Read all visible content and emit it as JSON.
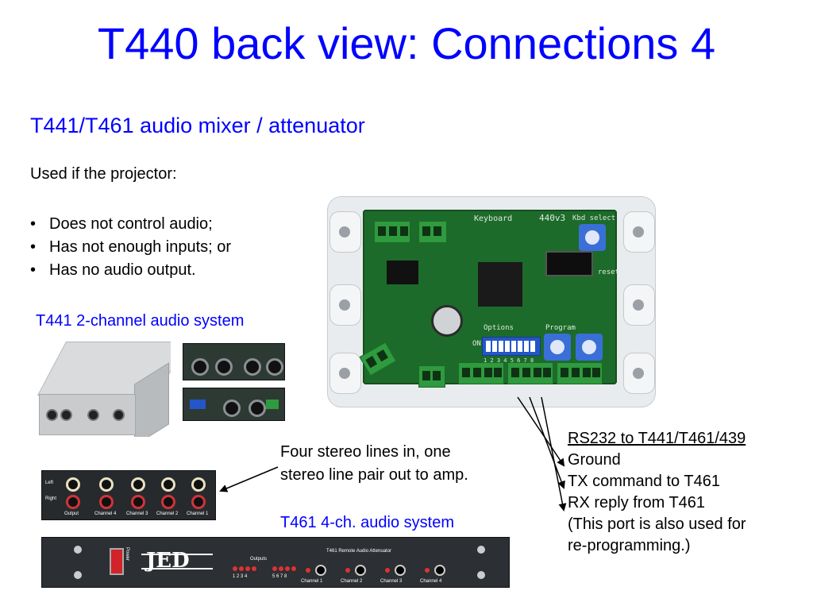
{
  "slide": {
    "title": "T440 back view: Connections 4",
    "subtitle": "T441/T461 audio mixer / attenuator",
    "intro": "Used if the projector:",
    "bullets": [
      "Does not control audio;",
      "Has not enough inputs; or",
      "Has no audio output."
    ],
    "bullet_glyph": "•",
    "t441_label": "T441 2-channel audio system",
    "four_stereo_lines": [
      "Four stereo lines in, one",
      "stereo line pair out to amp."
    ],
    "t461_label": "T461 4-ch. audio system",
    "rs232": {
      "header": "RS232 to T441/T461/439",
      "lines": [
        "Ground",
        "TX command to T461",
        "RX reply from T461",
        "(This port is also used for",
        "re-programming.)"
      ]
    }
  },
  "photo_text": {
    "board_keyboard": "Keyboard",
    "board_version": "440v3",
    "board_kbd_select": "Kbd select",
    "board_options": "Options",
    "board_program": "Program",
    "board_reset": "reset",
    "board_on": "ON",
    "board_dip_numbers": "1 2 3 4 5 6 7 8",
    "rca_left": "Left",
    "rca_right": "Right",
    "rca_output": "Output",
    "rca_channels": [
      "Channel 4",
      "Channel 3",
      "Channel 2",
      "Channel 1"
    ],
    "rack_title": "T461  Remote  Audio  Attenuator",
    "rack_outputs": "Outputs",
    "rack_out_a": "1 2 3 4",
    "rack_out_b": "5 6 7 8",
    "rack_channels": [
      "Channel  1",
      "Channel  2",
      "Channel  3",
      "Channel  4"
    ],
    "rack_power": "Power",
    "jed_logo": "JED"
  },
  "colors": {
    "title_blue": "#0000ff",
    "text_black": "#000000",
    "pcb_green": "#1d6b2a",
    "terminal_green": "#2f9a3e",
    "dip_blue": "#2456c9",
    "power_red": "#d2232a"
  }
}
